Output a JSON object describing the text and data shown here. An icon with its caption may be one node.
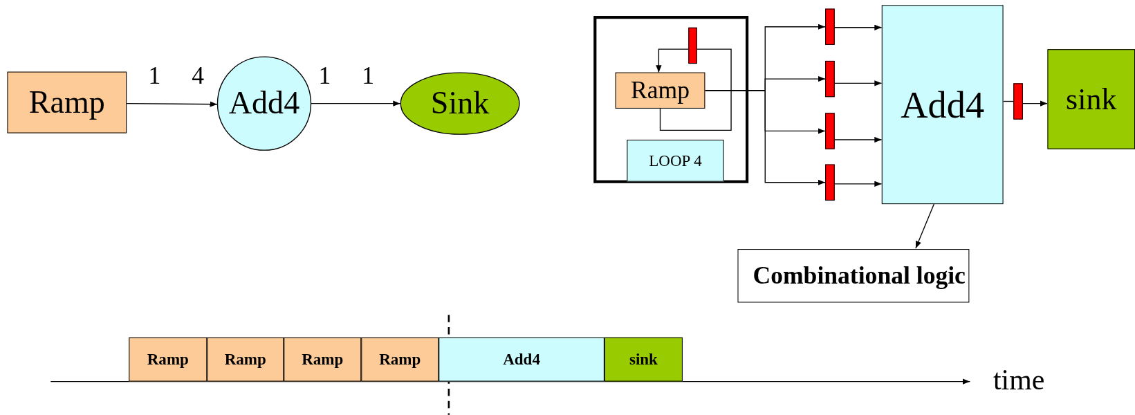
{
  "diagram": {
    "nodes": [
      {
        "text": [
          "Ramp"
        ]
      },
      {
        "text": [
          "Add4"
        ]
      },
      {
        "text": [
          "Sink"
        ]
      },
      {
        "text": [],
        "shape": "box"
      },
      {
        "text": [
          "Ramp"
        ],
        "in": 3
      },
      {
        "text": [
          "LOOP 4"
        ],
        "in": 3
      },
      {
        "text": [],
        "shape": "bar",
        "in": 3
      },
      {
        "text": [],
        "shape": "bar"
      },
      {
        "text": [],
        "shape": "bar"
      },
      {
        "text": [],
        "shape": "bar"
      },
      {
        "text": [],
        "shape": "bar"
      },
      {
        "text": [
          "Add4"
        ]
      },
      {
        "text": [],
        "shape": "bar"
      },
      {
        "text": [
          "sink"
        ]
      },
      {
        "text": [
          "Combinational logic"
        ]
      },
      {
        "text": [
          "Ramp"
        ]
      },
      {
        "text": [
          "Ramp"
        ]
      },
      {
        "text": [
          "Ramp"
        ]
      },
      {
        "text": [
          "Ramp"
        ]
      },
      {
        "text": [
          "Add4"
        ]
      },
      {
        "text": [
          "sink"
        ]
      }
    ],
    "edges": [
      {
        "from": 0,
        "to": 1,
        "arrow": "to"
      },
      {
        "from": 1,
        "to": 2,
        "arrow": "to"
      },
      {
        "from": 4,
        "to": 6,
        "arrow": "none"
      },
      {
        "from": 6,
        "to": 4,
        "arrow": "to"
      },
      {
        "from": 4,
        "to": 7,
        "arrow": "to"
      },
      {
        "from": 4,
        "to": 8,
        "arrow": "to"
      },
      {
        "from": 4,
        "to": 9,
        "arrow": "to"
      },
      {
        "from": 4,
        "to": 10,
        "arrow": "to"
      },
      {
        "from": 7,
        "to": 11,
        "arrow": "to"
      },
      {
        "from": 8,
        "to": 11,
        "arrow": "to"
      },
      {
        "from": 9,
        "to": 11,
        "arrow": "to"
      },
      {
        "from": 10,
        "to": 11,
        "arrow": "to"
      },
      {
        "from": 11,
        "to": 12,
        "arrow": "none"
      },
      {
        "from": 12,
        "to": 13,
        "arrow": "to"
      },
      {
        "from": 11,
        "to": 14,
        "arrow": "to"
      }
    ],
    "labels": [
      "1",
      "4",
      "1",
      "1",
      "time"
    ]
  }
}
